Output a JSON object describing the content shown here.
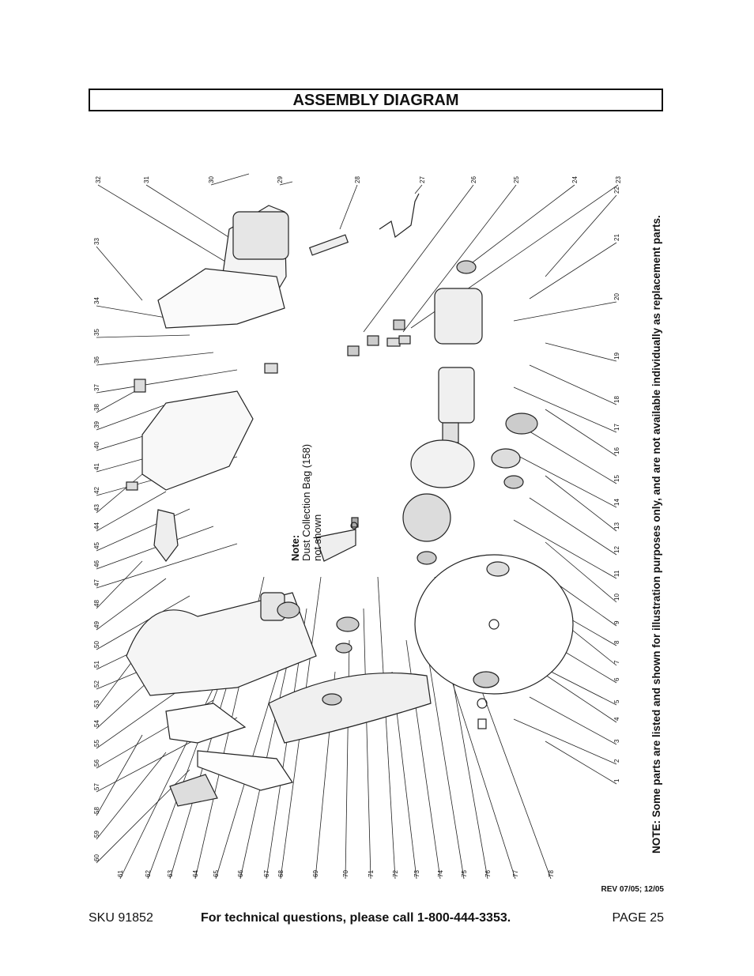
{
  "title": "ASSEMBLY DIAGRAM",
  "diagram": {
    "note_label": "Note:",
    "note_line1": "Dust Collection Bag (158)",
    "note_line2": "not shown",
    "side_note": "NOTE: Some parts are listed and shown for illustration purposes only, and are not available individually as replacement parts.",
    "top_numbers": [
      "32",
      "31",
      "30",
      "29",
      "28",
      "27",
      "26",
      "25",
      "24",
      "23"
    ],
    "left_numbers": [
      "33",
      "34",
      "35",
      "36",
      "37",
      "38",
      "39",
      "40",
      "41",
      "42",
      "43",
      "44",
      "45",
      "46",
      "47",
      "48",
      "49",
      "50",
      "51",
      "52",
      "53",
      "54",
      "55",
      "56",
      "57",
      "58",
      "59",
      "60"
    ],
    "bottom_numbers": [
      "61",
      "62",
      "63",
      "64",
      "65",
      "66",
      "67",
      "68",
      "69",
      "70",
      "71",
      "72",
      "73",
      "74",
      "75",
      "76",
      "77",
      "78"
    ],
    "right_numbers": [
      "22",
      "21",
      "20",
      "19",
      "18",
      "17",
      "16",
      "15",
      "14",
      "13",
      "12",
      "11",
      "10",
      "9",
      "8",
      "7",
      "6",
      "5",
      "4",
      "3",
      "2",
      "1"
    ]
  },
  "rev": "REV 07/05; 12/05",
  "footer": {
    "sku": "SKU 91852",
    "tech": "For technical questions, please call 1-800-444-3353.",
    "page": "PAGE 25"
  }
}
